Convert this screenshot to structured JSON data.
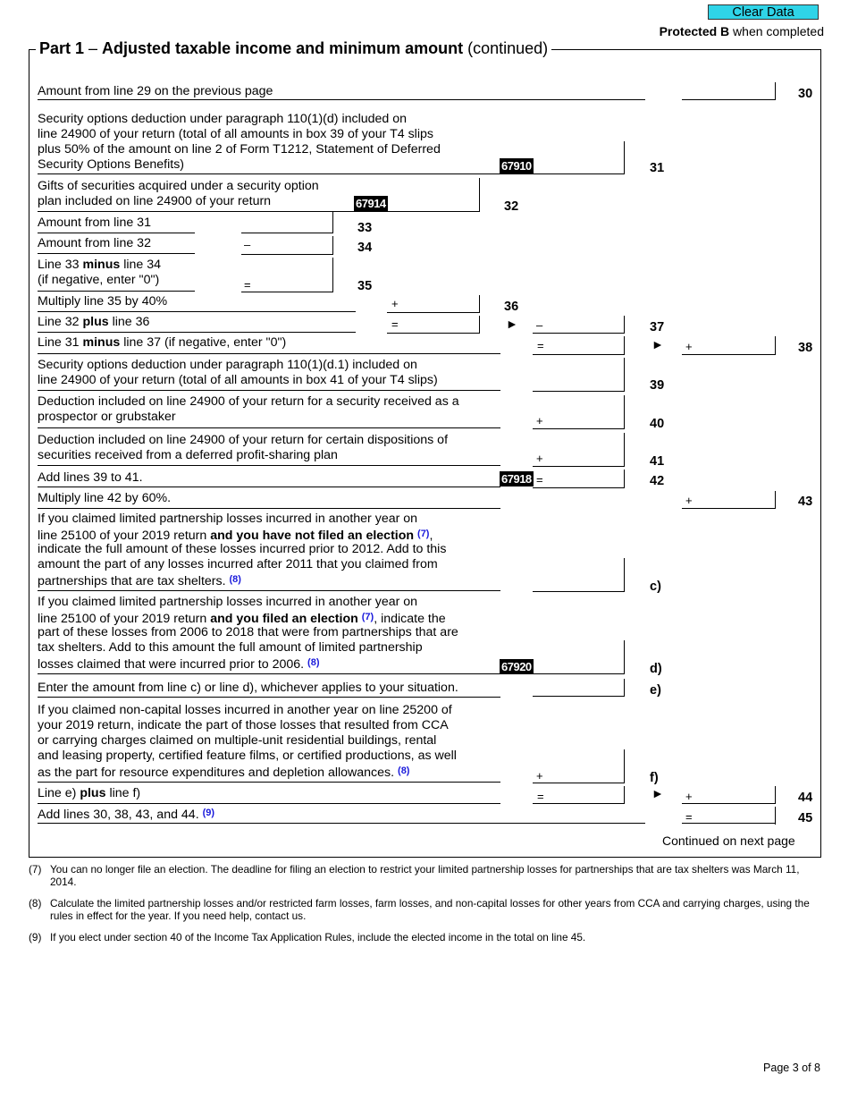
{
  "header": {
    "clear_button": "Clear Data",
    "protected_bold": "Protected B",
    "protected_rest": " when completed"
  },
  "section": {
    "title_bold1": "Part 1",
    "title_dash": " – ",
    "title_bold2": "Adjusted taxable income and minimum amount",
    "title_rest": " (continued)"
  },
  "lines": {
    "l30": {
      "label": "Amount from line 29 on the previous page",
      "num": "30"
    },
    "l31": {
      "text1": "Security options deduction under paragraph 110(1)(d) included on",
      "text2": "line 24900 of your return (total of all amounts in box 39 of your T4 slips",
      "text3": "plus 50% of the amount on line 2 of Form T1212, Statement of Deferred",
      "text4": "Security Options Benefits)",
      "code": "67910",
      "num": "31"
    },
    "l32": {
      "text1": "Gifts of securities acquired under a security option",
      "text2": "plan included on line 24900 of your return",
      "code": "67914",
      "num": "32"
    },
    "l33": {
      "label": "Amount from line 31",
      "num": "33"
    },
    "l34": {
      "label": "Amount from line 32",
      "op": "–",
      "num": "34"
    },
    "l35": {
      "text1a": "Line 33 ",
      "text1b": "minus",
      "text1c": " line 34",
      "text2": "(if negative, enter \"0\")",
      "op": "=",
      "num": "35"
    },
    "l36": {
      "label": "Multiply line 35 by 40%",
      "op": "+",
      "num": "36"
    },
    "l37": {
      "a": "Line 32 ",
      "b": "plus",
      "c": " line 36",
      "op1": "=",
      "arrow": "►",
      "op2": "–",
      "num": "37"
    },
    "l38": {
      "a": "Line 31 ",
      "b": "minus",
      "c": " line 37 (if negative, enter \"0\")",
      "op1": "=",
      "arrow": "►",
      "op2": "+",
      "num": "38"
    },
    "l39": {
      "text1": "Security options deduction under paragraph 110(1)(d.1) included on",
      "text2": "line 24900 of your return (total of all amounts in box 41 of your T4 slips)",
      "num": "39"
    },
    "l40": {
      "text1": "Deduction included on line 24900 of your return for a security received as a",
      "text2": "prospector or grubstaker",
      "op": "+",
      "num": "40"
    },
    "l41": {
      "text1": "Deduction included on line 24900 of your return for certain dispositions of",
      "text2": "securities received from a deferred profit-sharing plan",
      "op": "+",
      "num": "41"
    },
    "l42": {
      "label": "Add lines 39 to 41.",
      "code": "67918",
      "op": "=",
      "num": "42"
    },
    "l43": {
      "label": "Multiply line 42 by 60%.",
      "op": "+",
      "num": "43"
    },
    "lc": {
      "t1": "If you claimed limited partnership losses incurred in another year on",
      "t2a": "line 25100 of your 2019 return ",
      "t2b": "and you have not filed an election",
      "t2fn": "(7)",
      "t2c": ",",
      "t3": "indicate the full amount of these losses incurred prior to 2012. Add to this",
      "t4": "amount the part of any losses incurred after 2011 that you claimed from",
      "t5": "partnerships that are tax shelters.",
      "t5fn": "(8)",
      "num": "c)"
    },
    "ld": {
      "t1": "If you claimed limited partnership losses incurred in another year on",
      "t2a": "line 25100 of your 2019 return ",
      "t2b": "and you filed an election",
      "t2fn": "(7)",
      "t2c": ", indicate the",
      "t3": "part of these losses from 2006 to 2018 that were from partnerships that are",
      "t4": "tax shelters. Add to this amount the full amount of limited partnership",
      "t5": "losses claimed that were incurred prior to 2006.",
      "t5fn": "(8)",
      "code": "67920",
      "num": "d)"
    },
    "le": {
      "label": "Enter the amount from line c) or line d), whichever applies to your situation.",
      "num": "e)"
    },
    "lf": {
      "t1": "If you claimed non-capital losses incurred in another year on line 25200 of",
      "t2": "your 2019 return, indicate the part of those losses that resulted from CCA",
      "t3": "or carrying charges claimed on multiple-unit residential buildings, rental",
      "t4": "and leasing property, certified feature films, or certified productions, as well",
      "t5": "as the part for resource expenditures and depletion allowances.",
      "t5fn": "(8)",
      "op": "+",
      "num": "f)"
    },
    "l44": {
      "a": "Line e) ",
      "b": "plus",
      "c": " line f)",
      "op1": "=",
      "arrow": "►",
      "op2": "+",
      "num": "44"
    },
    "l45": {
      "label": "Add lines 30, 38, 43, and 44.",
      "fn": "(9)",
      "op": "=",
      "num": "45"
    }
  },
  "continued": "Continued on next page",
  "footnotes": [
    {
      "num": "(7)",
      "text": "You can no longer file an election. The deadline for filing an election to restrict your limited partnership losses for partnerships that are tax shelters was March 11, 2014."
    },
    {
      "num": "(8)",
      "text": "Calculate the limited partnership losses and/or restricted farm losses, farm losses, and non-capital losses for other years from CCA and carrying charges, using the rules in effect for the year. If you need help, contact us."
    },
    {
      "num": "(9)",
      "text": "If you elect under section 40 of the Income Tax Application Rules, include the elected income in the total on line 45."
    }
  ],
  "page_number": "Page 3 of 8"
}
